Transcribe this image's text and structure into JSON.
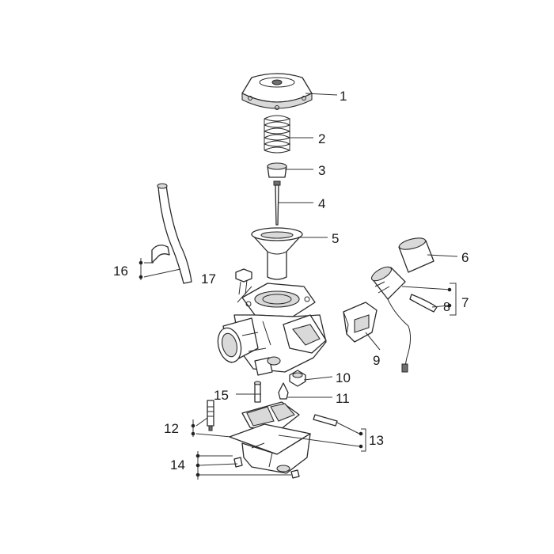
{
  "callouts": {
    "c1": "1",
    "c2": "2",
    "c3": "3",
    "c4": "4",
    "c5": "5",
    "c6": "6",
    "c7": "7",
    "c8": "8",
    "c9": "9",
    "c10": "10",
    "c11": "11",
    "c12": "12",
    "c13": "13",
    "c14": "14",
    "c15": "15",
    "c16": "16",
    "c17": "17"
  },
  "colors": {
    "background": "#ffffff",
    "line": "#2a2a2a",
    "shade": "#d9d9d9"
  }
}
